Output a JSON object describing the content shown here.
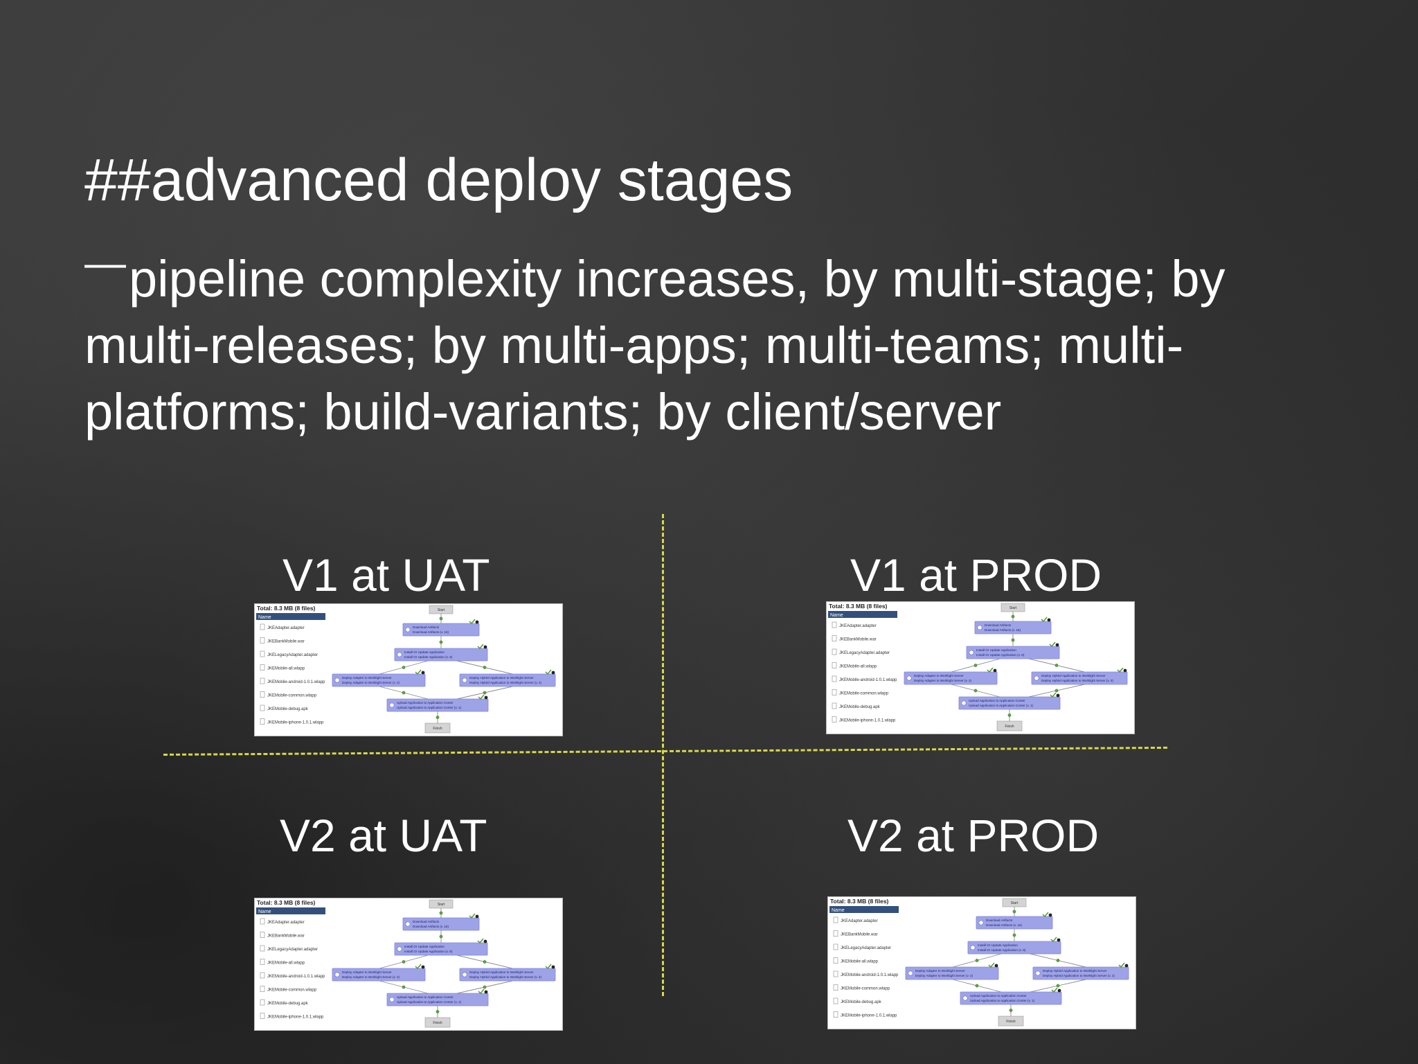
{
  "slide": {
    "title": "##advanced deploy stages",
    "bullet_marker": "—",
    "body": "pipeline complexity increases, by multi-stage; by multi-releases; by multi-apps; multi-teams; multi-platforms; build-variants; by client/server"
  },
  "quadrants": [
    {
      "label": "V1 at UAT"
    },
    {
      "label": "V1 at PROD"
    },
    {
      "label": "V2 at UAT"
    },
    {
      "label": "V2 at PROD"
    }
  ],
  "pipeline_thumbnail": {
    "total": "Total: 8.3 MB (8 files)",
    "column_header": "Name",
    "files": [
      "JKEAdapter.adapter",
      "JKEBankMobile.war",
      "JKELegacyAdapter.adapter",
      "JKEMobile-all.wlapp",
      "JKEMobile-android-1.0.1.wlapp",
      "JKEMobile-common.wlapp",
      "JKEMobile-debug.apk",
      "JKEMobile-iphone-1.0.1.wlapp"
    ],
    "steps": {
      "start": "Start",
      "download": "Download Artifacts",
      "download_sub": "Download Artifacts (v. 16)",
      "install": "Install Or Update Application",
      "install_sub": "Install Or Update Application (v. 8)",
      "deploy_adapter": "Deploy Adapter to Worklight Server",
      "deploy_adapter_sub": "Deploy Adapter to Worklight Server (v. 2)",
      "deploy_hybrid": "Deploy Hybrid Application to Worklight Server",
      "deploy_hybrid_sub": "Deploy Hybrid Application to Worklight Server (v. 2)",
      "upload": "Upload Application to Application Center",
      "upload_sub": "Upload Application to Application Center (v. 1)",
      "finish": "Finish"
    }
  }
}
